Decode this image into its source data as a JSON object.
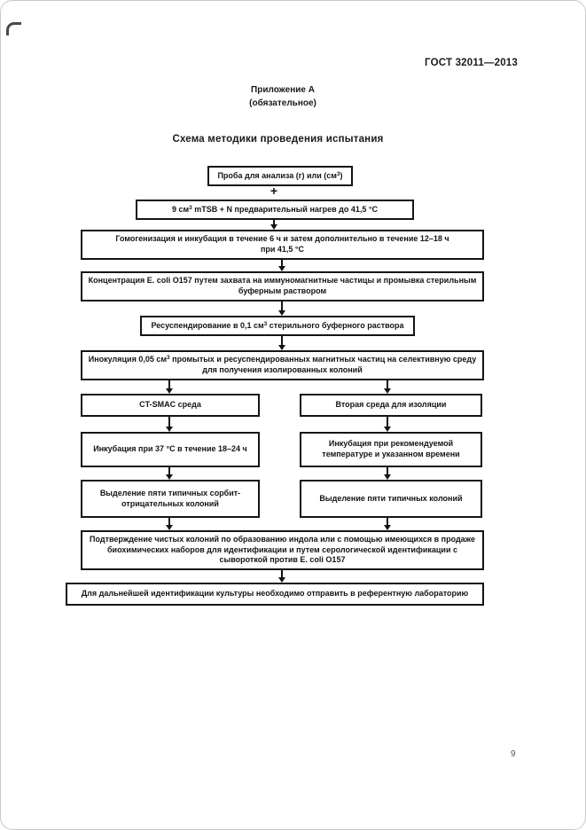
{
  "page": {
    "header_right": "ГОСТ 32011—2013",
    "appendix_line1": "Приложение А",
    "appendix_line2": "(обязательное)",
    "title": "Схема методики проведения испытания",
    "page_number": "9"
  },
  "flowchart": {
    "plus": "+",
    "box_sample": {
      "pre": "Проба для анализа (г) или (см",
      "sup": "3",
      "post": ")"
    },
    "box_mtsb": {
      "pre": "9 см",
      "sup": "3",
      "post": " mTSB + N предварительный нагрев до 41,5 °С"
    },
    "box_homogenization": {
      "line1": "Гомогенизация и инкубация в течение 6 ч и затем дополнительно в течение 12–18 ч",
      "line2": "при 41,5 °С"
    },
    "box_concentration": "Концентрация E. coli O157 путем захвата на иммуномагнитные частицы и промывка стерильным буферным раствором",
    "box_resuspension": {
      "pre": "Ресуспендирование в 0,1 см",
      "sup": "3",
      "post": " стерильного буферного раствора"
    },
    "box_inoculation": {
      "pre": "Инокуляция 0,05 см",
      "sup": "3",
      "post": " промытых и ресуспендированных магнитных частиц на селективную среду для получения изолированных колоний"
    },
    "box_ctsmac": "CT-SMAC среда",
    "box_second_medium": "Вторая среда для изоляции",
    "box_incubation_left": "Инкубация при 37 °С в течение 18–24 ч",
    "box_incubation_right": "Инкубация при рекомендуемой температуре и указанном времени",
    "box_isolation_left": "Выделение пяти типичных сорбит-отрицательных колоний",
    "box_isolation_right": "Выделение пяти типичных колоний",
    "box_confirmation": "Подтверждение чистых колоний по образованию индола или с помощью имеющихся в продаже биохимических наборов для идентификации и путем серологической идентификации с сывороткой против E. coli O157",
    "box_reference": "Для дальнейшей идентификации культуры необходимо отправить в референтную лабораторию"
  },
  "colors": {
    "box_border": "#141414",
    "text": "#1a1a1a",
    "page_border": "#c9c9c9",
    "page_number": "#555555"
  }
}
